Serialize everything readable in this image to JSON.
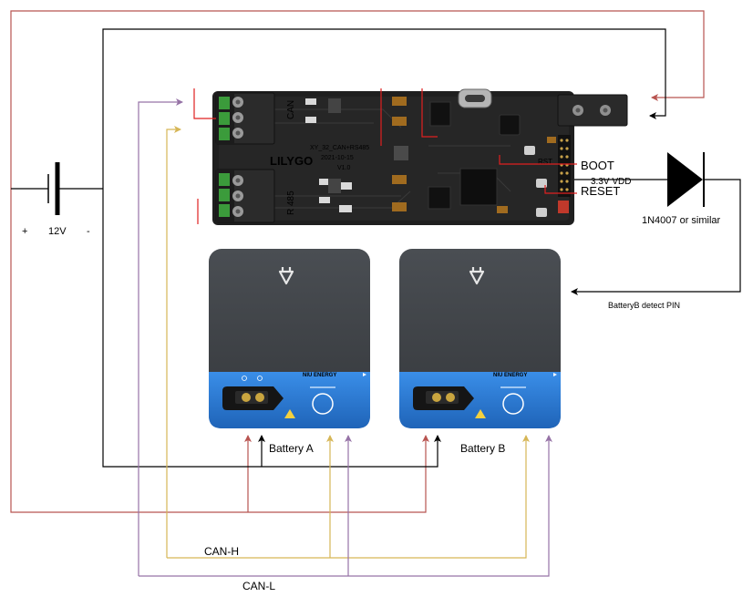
{
  "board": {
    "brand": "LILYGO",
    "model_text": "XY_32_CAN+RS485",
    "date_text": "2021-10-15",
    "version_text": "V1.0",
    "can_port_label": "CAN",
    "rs485_port_label": "R 485",
    "rst_text": "RST",
    "boot_label": "BOOT",
    "reset_label": "RESET",
    "vdd_label": "3.3V VDD"
  },
  "power": {
    "plus_label": "+",
    "voltage_label": "12V",
    "minus_label": "-"
  },
  "diode": {
    "label": "1N4007 or similar"
  },
  "detect": {
    "label": "BatteryB detect PIN"
  },
  "batteries": [
    {
      "name": "Battery A",
      "brand_text": "NIU ENERGY"
    },
    {
      "name": "Battery B",
      "brand_text": "NIU ENERGY"
    }
  ],
  "buses": {
    "can_h_label": "CAN-H",
    "can_l_label": "CAN-L"
  },
  "colors": {
    "positive_wire": "#b85450",
    "negative_wire": "#000000",
    "can_h_wire": "#d6b656",
    "can_l_wire": "#9673a6",
    "board_pcb": "#1f1f1f",
    "battery_body": "#3f4347",
    "battery_panel": "#2f7fd8"
  }
}
